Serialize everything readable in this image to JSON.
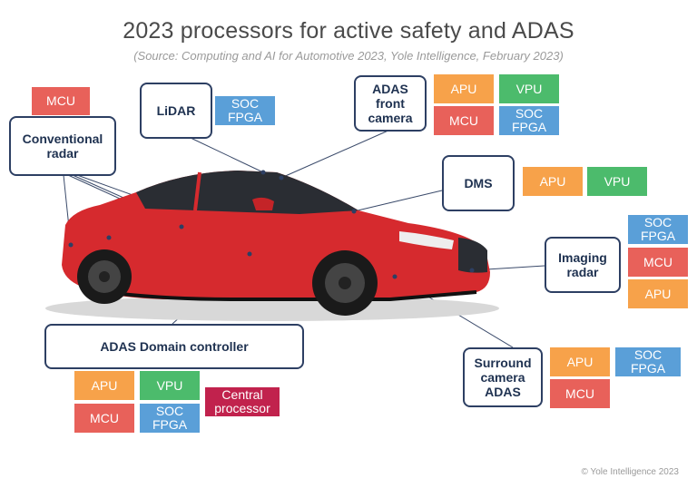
{
  "title": "2023 processors for active safety and ADAS",
  "subtitle": "(Source: Computing and AI for Automotive 2023, Yole Intelligence, February 2023)",
  "copyright": "© Yole Intelligence 2023",
  "colors": {
    "MCU": "#e8615a",
    "APU": "#f7a24a",
    "VPU": "#4cbb6c",
    "SOC_FPGA": "#5a9fd8",
    "central": "#c1224d",
    "box_border": "#2d3f63",
    "car": "#d62a2e"
  },
  "modules": {
    "conventional_radar": {
      "label": "Conventional\nradar",
      "tags": [
        "MCU"
      ]
    },
    "lidar": {
      "label": "LiDAR",
      "tags": [
        "SOC\nFPGA"
      ]
    },
    "adas_front_camera": {
      "label": "ADAS\nfront\ncamera",
      "tags": [
        "APU",
        "VPU",
        "MCU",
        "SOC\nFPGA"
      ]
    },
    "dms": {
      "label": "DMS",
      "tags": [
        "APU",
        "VPU"
      ]
    },
    "imaging_radar": {
      "label": "Imaging\nradar",
      "tags": [
        "SOC\nFPGA",
        "MCU",
        "APU"
      ]
    },
    "adas_domain_controller": {
      "label": "ADAS Domain controller",
      "tags": [
        "APU",
        "VPU",
        "MCU",
        "SOC\nFPGA",
        "Central\nprocessor"
      ]
    },
    "surround_camera_adas": {
      "label": "Surround\ncamera\nADAS",
      "tags": [
        "APU",
        "SOC\nFPGA",
        "MCU"
      ]
    }
  }
}
